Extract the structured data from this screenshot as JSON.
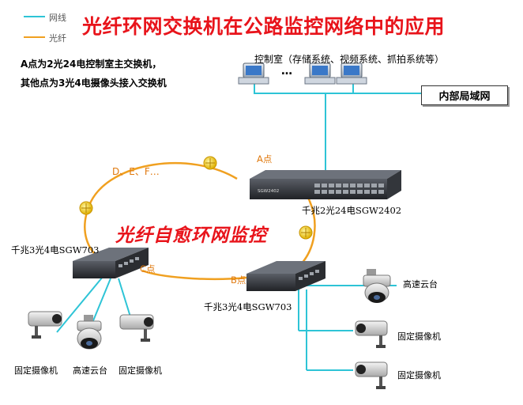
{
  "title": "光纤环网交换机在公路监控网络中的应用",
  "legend": {
    "network_cable": "网线",
    "fiber": "光纤"
  },
  "description": {
    "line1": "A点为2光24电控制室主交换机，",
    "line2": "其他点为3光4电摄像头接入交换机"
  },
  "control_room": "控制室（存储系统、视频系统、抓拍系统等）",
  "ellipsis": "…",
  "lan_label": "内部局域网",
  "ring_label": "光纤自愈环网监控",
  "points": {
    "a": "A点",
    "b": "B点",
    "c": "C点",
    "def": "D、E、F…"
  },
  "switch_labels": {
    "main": "千兆2光24电SGW2402",
    "left": "千兆3光4电SGW703",
    "bottom": "千兆3光4电SGW703"
  },
  "camera_labels": {
    "right_dome": "高速云台",
    "right_fixed_1": "固定摄像机",
    "right_fixed_2": "固定摄像机",
    "left_fixed_1": "固定摄像机",
    "left_dome": "高速云台",
    "left_fixed_2": "固定摄像机"
  },
  "colors": {
    "title": "#e8141b",
    "network_cable": "#2ec4d6",
    "fiber": "#f0a020",
    "ring_label": "#e8141b",
    "point_label": "#e07a10"
  },
  "icons": [
    "computer-icon",
    "switch-icon",
    "fiber-connector-icon",
    "dome-camera-icon",
    "fixed-camera-icon"
  ]
}
